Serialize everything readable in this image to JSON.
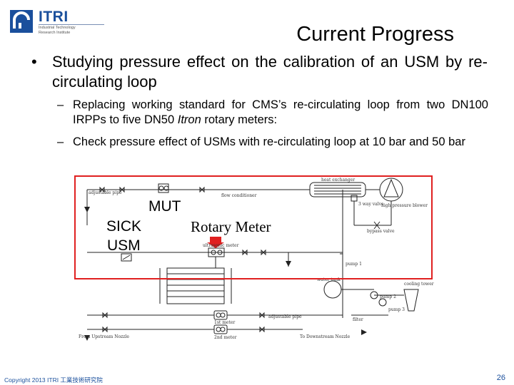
{
  "header": {
    "logo_name": "ITRI",
    "logo_sub_1": "Industrial Technology",
    "logo_sub_2": "Research Institute",
    "title": "Current Progress"
  },
  "content": {
    "bullet_symbol": "•",
    "dash_symbol": "–",
    "bullet_text": "Studying pressure effect on the calibration of an USM by re-circulating loop",
    "sub_items": [
      {
        "before": "Replacing working standard for CMS’s re-circulating loop from two DN100 IRPPs to five DN50 ",
        "italic": "Itron",
        "after": " rotary meters:"
      },
      {
        "before": "Check pressure effect of USMs with re-circulating loop at 10 bar and 50 bar",
        "italic": "",
        "after": ""
      }
    ]
  },
  "diagram": {
    "overlay_labels": {
      "mut": "MUT",
      "sick_line1": "SICK",
      "sick_line2": "USM",
      "rotary": "Rotary Meter"
    },
    "component_labels": {
      "heat_exchanger": "heat exchanger",
      "adjustable_pipe": "adjustable pipe",
      "flow_conditioner": "flow conditioner",
      "three_way_valve": "3 way valve",
      "high_pressure_blower": "high pressure blower",
      "bypass_valve": "bypass valve",
      "ultrasonic_meter": "ultrasonic meter",
      "pump_1": "pump 1",
      "water_tank": "water tank",
      "pump_2": "pump 2",
      "pump_3": "pump 3",
      "cooling_tower": "cooling tower",
      "filter": "filter",
      "turbine_meter_1": "1st meter",
      "turbine_meter_2": "2nd meter",
      "adjustable_pipe_2": "adjustable pipe",
      "from_upstream": "From Upstream Nozzle",
      "to_downstream": "To Downstream Nozzle"
    },
    "highlight_color": "#e02020"
  },
  "footer": {
    "copyright": "Copyright 2013 ITRI 工業技術研究院",
    "page_number": "26"
  },
  "colors": {
    "brand": "#1a4f9c",
    "highlight": "#e02020"
  }
}
